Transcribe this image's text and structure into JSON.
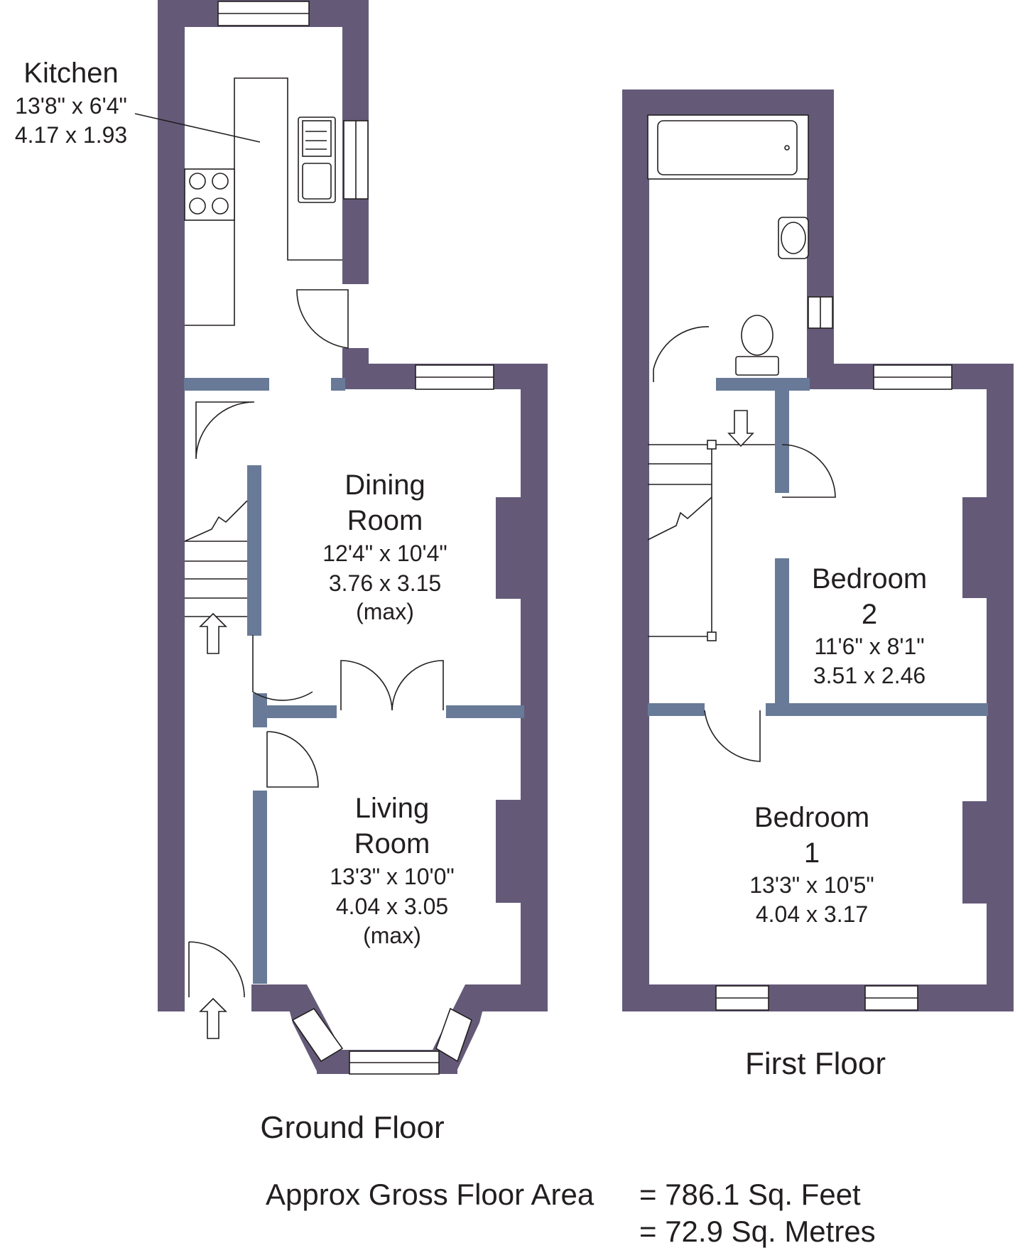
{
  "rooms": {
    "kitchen": {
      "name": "Kitchen",
      "imperial": "13'8\"  x  6'4\"",
      "metric": "4.17  x  1.93"
    },
    "dining": {
      "name_line1": "Dining",
      "name_line2": "Room",
      "imperial": "12'4\"  x  10'4\"",
      "metric": "3.76  x  3.15",
      "note": "(max)"
    },
    "living": {
      "name_line1": "Living",
      "name_line2": "Room",
      "imperial": "13'3\"  x  10'0\"",
      "metric": "4.04  x  3.05",
      "note": "(max)"
    },
    "bedroom2": {
      "name_line1": "Bedroom",
      "name_line2": "2",
      "imperial": "11'6\"  x  8'1\"",
      "metric": "3.51  x  2.46"
    },
    "bedroom1": {
      "name_line1": "Bedroom",
      "name_line2": "1",
      "imperial": "13'3\"  x  10'5\"",
      "metric": "4.04  x  3.17"
    }
  },
  "floors": {
    "ground": "Ground Floor",
    "first": "First Floor"
  },
  "area": {
    "label": "Approx Gross Floor Area",
    "line1": "=  786.1  Sq. Feet",
    "line2": "=  72.9  Sq. Metres"
  },
  "colors": {
    "external_wall": "#645a78",
    "internal_wall": "#687a97",
    "line": "#231f20"
  }
}
